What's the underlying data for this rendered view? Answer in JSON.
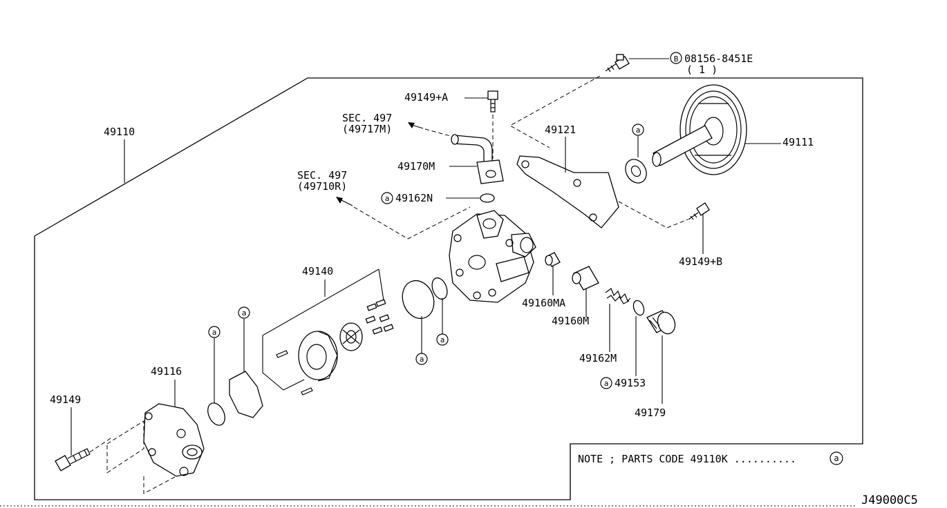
{
  "drawing_code": "J49000C5",
  "note": {
    "text": "NOTE ; PARTS CODE 49110K ..........",
    "symbol": "a"
  },
  "callouts": {
    "p49110": "49110",
    "p49111": "49111",
    "p49121": "49121",
    "p49149a": "49149+A",
    "p49149b": "49149+B",
    "p49149": "49149",
    "p49170m": "49170M",
    "p49162n": "49162N",
    "p49140": "49140",
    "p49116": "49116",
    "p49160ma": "49160MA",
    "p49160m": "49160M",
    "p49162m": "49162M",
    "p49153": "49153",
    "p49179": "49179",
    "bolt_b": "08156-8451E",
    "bolt_b_qty": "( 1 )",
    "bolt_b_symbol": "B",
    "kit_symbol": "a"
  },
  "references": {
    "sec1": {
      "line1": "SEC. 497",
      "line2": "(49717M)"
    },
    "sec2": {
      "line1": "SEC. 497",
      "line2": "(49710R)"
    }
  }
}
